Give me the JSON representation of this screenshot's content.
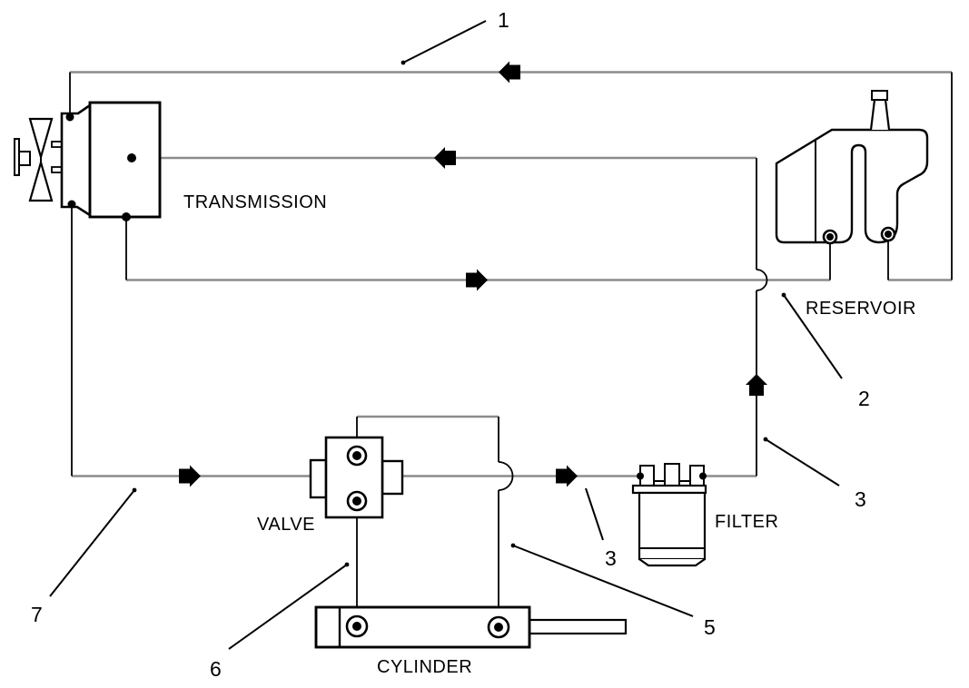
{
  "page": {
    "background": "#ffffff"
  },
  "diagram": {
    "kind": "hydraulic-circuit-diagram",
    "colors": {
      "pipe_line": "#8c8c8c",
      "ink": "#000000"
    },
    "components": {
      "transmission": "TRANSMISSION",
      "reservoir": "RESERVOIR",
      "valve": "VALVE",
      "filter": "FILTER",
      "cylinder": "CYLINDER"
    },
    "callouts": {
      "c1": "1",
      "c2": "2",
      "c3_reservoir_return": "3",
      "c3_filter_inlet": "3",
      "c5": "5",
      "c6": "6",
      "c7": "7"
    },
    "flow_arrows": [
      "left",
      "left",
      "right",
      "right",
      "right",
      "up"
    ]
  }
}
